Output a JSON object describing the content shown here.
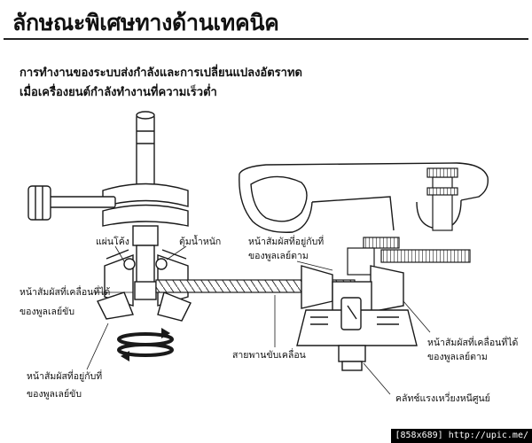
{
  "header": {
    "title": "ลักษณะพิเศษทางด้านเทคนิค"
  },
  "subtitle": {
    "line1": "การทำงานของระบบส่งกำลังและการเปลี่ยนแปลงอัตราทด",
    "line2": "เมื่อเครื่องยนต์กำลังทำงานที่ความเร็วต่ำ"
  },
  "labels": {
    "ramp_plate": "แผ่นโค้ง",
    "weight": "ตุ้มน้ำหนัก",
    "drive_movable_l1": "หน้าสัมผัสที่เคลื่อนที่ได้",
    "drive_movable_l2": "ของพูลเลย์ขับ",
    "drive_fixed_l1": "หน้าสัมผัสที่อยู่กับที่",
    "drive_fixed_l2": "ของพูลเลย์ขับ",
    "belt": "สายพานขับเคลื่อน",
    "driven_fixed_l1": "หน้าสัมผัสที่อยู่กับที่",
    "driven_fixed_l2": "ของพูลเลย์ตาม",
    "driven_movable_l1": "หน้าสัมผัสที่เคลื่อนที่ได้",
    "driven_movable_l2": "ของพูลเลย์ตาม",
    "clutch": "คลัทช์แรงเหวี่ยงหนีศูนย์"
  },
  "watermark": "[858x689] http://upic.me/",
  "colors": {
    "line": "#1a1a1a",
    "accent": "#555555",
    "belt": "#dddddd"
  }
}
